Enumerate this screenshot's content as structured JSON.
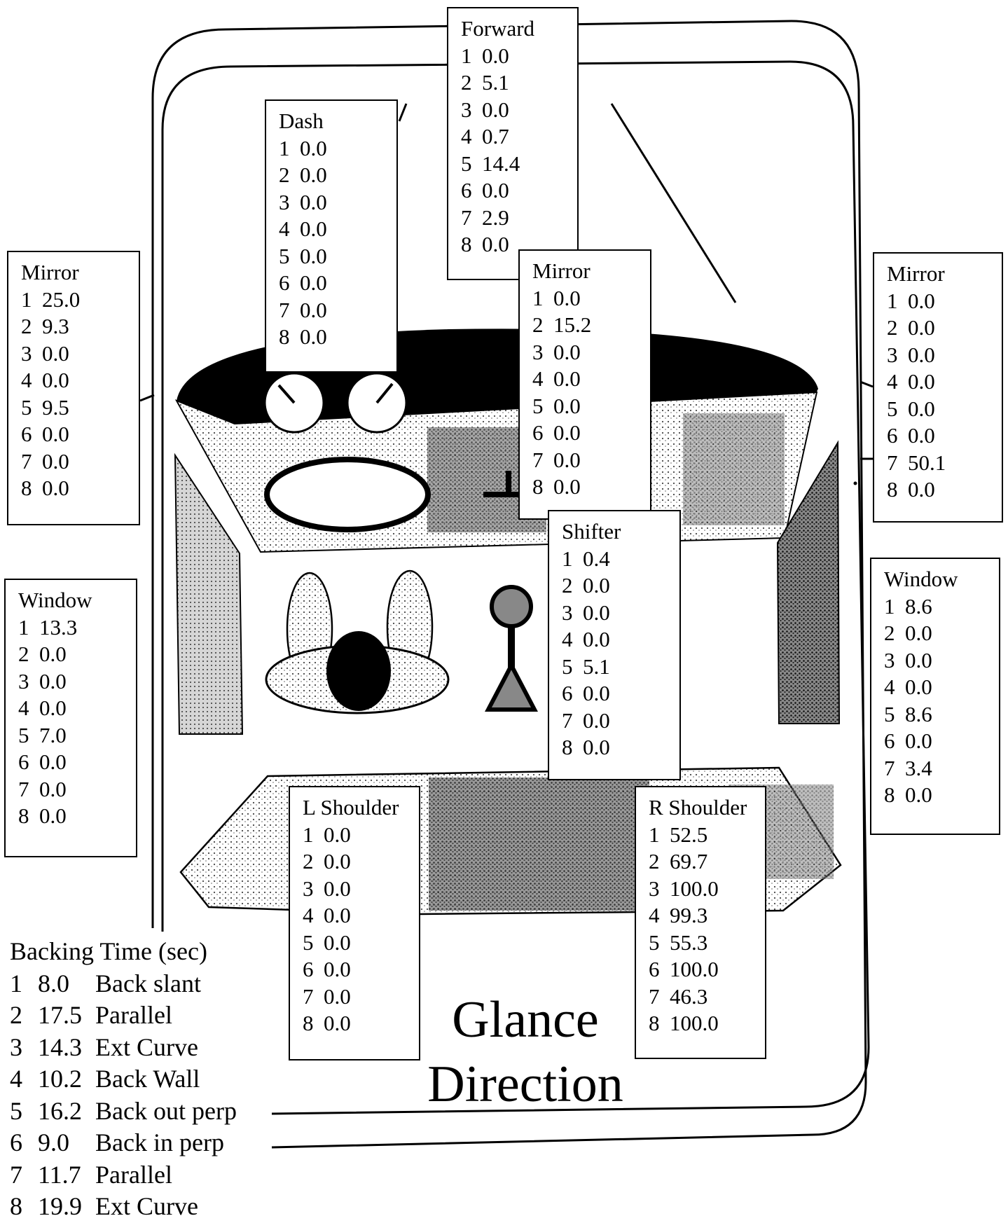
{
  "boxes": {
    "forward": {
      "title": "Forward",
      "rows": [
        {
          "n": "1",
          "v": "0.0"
        },
        {
          "n": "2",
          "v": "5.1"
        },
        {
          "n": "3",
          "v": "0.0"
        },
        {
          "n": "4",
          "v": "0.7"
        },
        {
          "n": "5",
          "v": "14.4"
        },
        {
          "n": "6",
          "v": "0.0"
        },
        {
          "n": "7",
          "v": "2.9"
        },
        {
          "n": "8",
          "v": "0.0"
        }
      ]
    },
    "dash": {
      "title": "Dash",
      "rows": [
        {
          "n": "1",
          "v": "0.0"
        },
        {
          "n": "2",
          "v": "0.0"
        },
        {
          "n": "3",
          "v": "0.0"
        },
        {
          "n": "4",
          "v": "0.0"
        },
        {
          "n": "5",
          "v": "0.0"
        },
        {
          "n": "6",
          "v": "0.0"
        },
        {
          "n": "7",
          "v": "0.0"
        },
        {
          "n": "8",
          "v": "0.0"
        }
      ]
    },
    "left_mirror": {
      "title": "Mirror",
      "rows": [
        {
          "n": "1",
          "v": "25.0"
        },
        {
          "n": "2",
          "v": "9.3"
        },
        {
          "n": "3",
          "v": "0.0"
        },
        {
          "n": "4",
          "v": "0.0"
        },
        {
          "n": "5",
          "v": "9.5"
        },
        {
          "n": "6",
          "v": "0.0"
        },
        {
          "n": "7",
          "v": "0.0"
        },
        {
          "n": "8",
          "v": "0.0"
        }
      ]
    },
    "center_mirror": {
      "title": "Mirror",
      "rows": [
        {
          "n": "1",
          "v": "0.0"
        },
        {
          "n": "2",
          "v": "15.2"
        },
        {
          "n": "3",
          "v": "0.0"
        },
        {
          "n": "4",
          "v": "0.0"
        },
        {
          "n": "5",
          "v": "0.0"
        },
        {
          "n": "6",
          "v": "0.0"
        },
        {
          "n": "7",
          "v": "0.0"
        },
        {
          "n": "8",
          "v": "0.0"
        }
      ]
    },
    "right_mirror": {
      "title": "Mirror",
      "rows": [
        {
          "n": "1",
          "v": "0.0"
        },
        {
          "n": "2",
          "v": "0.0"
        },
        {
          "n": "3",
          "v": "0.0"
        },
        {
          "n": "4",
          "v": "0.0"
        },
        {
          "n": "5",
          "v": "0.0"
        },
        {
          "n": "6",
          "v": "0.0"
        },
        {
          "n": "7",
          "v": "50.1"
        },
        {
          "n": "8",
          "v": "0.0"
        }
      ]
    },
    "left_window": {
      "title": "Window",
      "rows": [
        {
          "n": "1",
          "v": "13.3"
        },
        {
          "n": "2",
          "v": "0.0"
        },
        {
          "n": "3",
          "v": "0.0"
        },
        {
          "n": "4",
          "v": "0.0"
        },
        {
          "n": "5",
          "v": "7.0"
        },
        {
          "n": "6",
          "v": "0.0"
        },
        {
          "n": "7",
          "v": "0.0"
        },
        {
          "n": "8",
          "v": "0.0"
        }
      ]
    },
    "right_window": {
      "title": "Window",
      "rows": [
        {
          "n": "1",
          "v": "8.6"
        },
        {
          "n": "2",
          "v": "0.0"
        },
        {
          "n": "3",
          "v": "0.0"
        },
        {
          "n": "4",
          "v": "0.0"
        },
        {
          "n": "5",
          "v": "8.6"
        },
        {
          "n": "6",
          "v": "0.0"
        },
        {
          "n": "7",
          "v": "3.4"
        },
        {
          "n": "8",
          "v": "0.0"
        }
      ]
    },
    "shifter": {
      "title": "Shifter",
      "rows": [
        {
          "n": "1",
          "v": "0.4"
        },
        {
          "n": "2",
          "v": "0.0"
        },
        {
          "n": "3",
          "v": "0.0"
        },
        {
          "n": "4",
          "v": "0.0"
        },
        {
          "n": "5",
          "v": "5.1"
        },
        {
          "n": "6",
          "v": "0.0"
        },
        {
          "n": "7",
          "v": "0.0"
        },
        {
          "n": "8",
          "v": "0.0"
        }
      ]
    },
    "l_shoulder": {
      "title": "L Shoulder",
      "rows": [
        {
          "n": "1",
          "v": "0.0"
        },
        {
          "n": "2",
          "v": "0.0"
        },
        {
          "n": "3",
          "v": "0.0"
        },
        {
          "n": "4",
          "v": "0.0"
        },
        {
          "n": "5",
          "v": "0.0"
        },
        {
          "n": "6",
          "v": "0.0"
        },
        {
          "n": "7",
          "v": "0.0"
        },
        {
          "n": "8",
          "v": "0.0"
        }
      ]
    },
    "r_shoulder": {
      "title": "R Shoulder",
      "rows": [
        {
          "n": "1",
          "v": "52.5"
        },
        {
          "n": "2",
          "v": "69.7"
        },
        {
          "n": "3",
          "v": "100.0"
        },
        {
          "n": "4",
          "v": "99.3"
        },
        {
          "n": "5",
          "v": "55.3"
        },
        {
          "n": "6",
          "v": "100.0"
        },
        {
          "n": "7",
          "v": "46.3"
        },
        {
          "n": "8",
          "v": "100.0"
        }
      ]
    }
  },
  "legend": {
    "title": "Backing Time (sec)",
    "rows": [
      {
        "n": "1",
        "time": "8.0",
        "label": "Back slant"
      },
      {
        "n": "2",
        "time": "17.5",
        "label": "Parallel"
      },
      {
        "n": "3",
        "time": "14.3",
        "label": "Ext Curve"
      },
      {
        "n": "4",
        "time": "10.2",
        "label": "Back Wall"
      },
      {
        "n": "5",
        "time": "16.2",
        "label": "Back out perp"
      },
      {
        "n": "6",
        "time": "9.0",
        "label": "Back in perp"
      },
      {
        "n": "7",
        "time": "11.7",
        "label": "Parallel"
      },
      {
        "n": "8",
        "time": "19.9",
        "label": "Ext Curve"
      }
    ]
  },
  "caption": {
    "line1": "Glance",
    "line2": "Direction"
  }
}
